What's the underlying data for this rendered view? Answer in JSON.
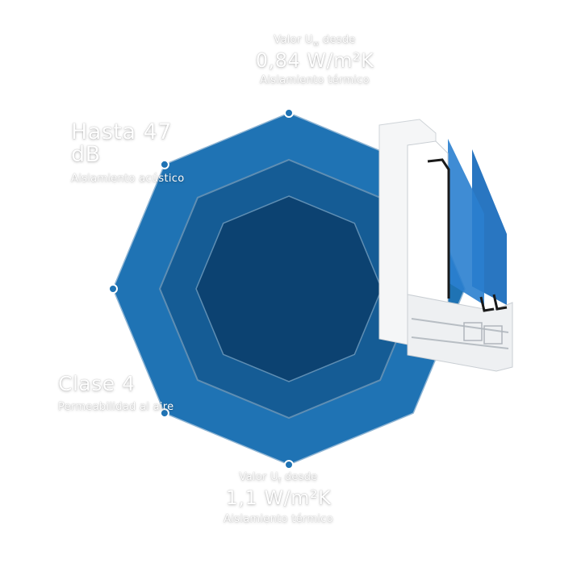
{
  "colors": {
    "outer": "#1f73b4",
    "middle": "#155c95",
    "inner": "#0c4271",
    "ring": "#5f8eb3",
    "marker": "#1f73b4",
    "frame_white": "#f4f6f7",
    "glass": "#1e6fbe"
  },
  "labels": {
    "top": {
      "line1_prefix": "Valor U",
      "line1_sub": "w",
      "line1_suffix": " desde",
      "value": "0,84 W/m²K",
      "caption": "Aislamiento térmico"
    },
    "left_top": {
      "value": "Hasta 47 dB",
      "caption": "Aislamiento acústico"
    },
    "left_bottom": {
      "value": "Clase 4",
      "caption": "Permeabilidad al aire"
    },
    "bottom": {
      "line1_prefix": "Valor U",
      "line1_sub": "f",
      "line1_suffix": " desde",
      "value": "1,1 W/m²K",
      "caption": "Aislamiento térmico"
    }
  }
}
